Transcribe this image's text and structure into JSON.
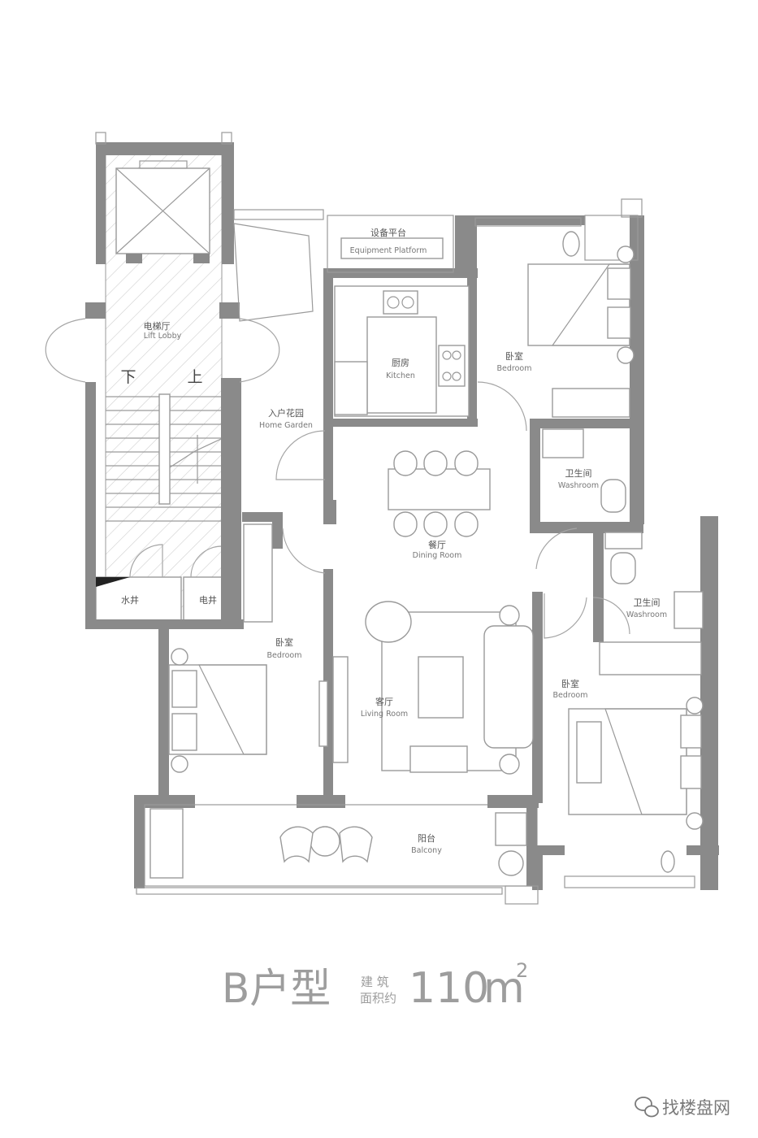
{
  "rooms": {
    "equipment_platform": {
      "cn": "设备平台",
      "en": "Equipment Platform"
    },
    "lift_lobby": {
      "cn": "电梯厅",
      "en": "Lift Lobby"
    },
    "stair_down": "下",
    "stair_up": "上",
    "kitchen": {
      "cn": "厨房",
      "en": "Kitchen"
    },
    "bedroom_ne": {
      "cn": "卧室",
      "en": "Bedroom"
    },
    "home_garden": {
      "cn": "入户花园",
      "en": "Home Garden"
    },
    "washroom_1": {
      "cn": "卫生间",
      "en": "Washroom"
    },
    "dining": {
      "cn": "餐厅",
      "en": "Dining Room"
    },
    "washroom_2": {
      "cn": "卫生间",
      "en": "Washroom"
    },
    "water_shaft": "水井",
    "electric_shaft": "电井",
    "bedroom_w": {
      "cn": "卧室",
      "en": "Bedroom"
    },
    "living": {
      "cn": "客厅",
      "en": "Living Room"
    },
    "bedroom_se": {
      "cn": "卧室",
      "en": "Bedroom"
    },
    "balcony": {
      "cn": "阳台",
      "en": "Balcony"
    }
  },
  "title": {
    "type_name": "B户型",
    "area_line1": "建 筑",
    "area_line2": "面积约",
    "area_value": "110",
    "area_unit": "m",
    "area_sup": "2"
  },
  "watermark": {
    "text": "找楼盘网",
    "icon": "wechat-icon"
  },
  "colors": {
    "wall": "#8a8a8a",
    "line": "#9a9a9a",
    "title": "#9d9d9d"
  }
}
